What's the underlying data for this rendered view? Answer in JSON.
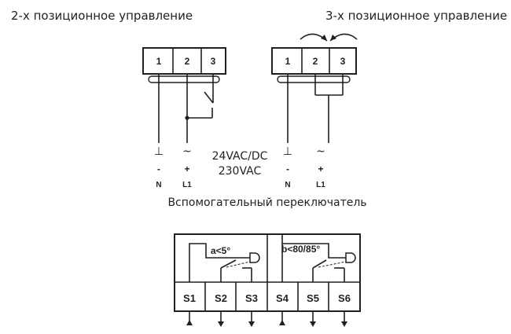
{
  "two_pos": {
    "title": "2-х позиционное управление",
    "terminals": [
      "1",
      "2",
      "3"
    ],
    "symbols": [
      "⊥",
      "~"
    ],
    "signs": [
      "-",
      "+"
    ],
    "wires": [
      "N",
      "L1"
    ]
  },
  "three_pos": {
    "title": "3-х позиционное управление",
    "terminals": [
      "1",
      "2",
      "3"
    ],
    "symbols": [
      "⊥",
      "~"
    ],
    "signs": [
      "-",
      "+"
    ],
    "wires": [
      "N",
      "L1"
    ]
  },
  "voltage": {
    "dc": "24VAC/DC",
    "ac": "230VAC"
  },
  "aux": {
    "title": "Вспомогательный переключатель",
    "switch_a": "a<5°",
    "switch_b": "b<80/85°",
    "terminals": [
      "S1",
      "S2",
      "S3",
      "S4",
      "S5",
      "S6"
    ]
  },
  "colors": {
    "ink": "#231f20",
    "background": "#ffffff"
  }
}
